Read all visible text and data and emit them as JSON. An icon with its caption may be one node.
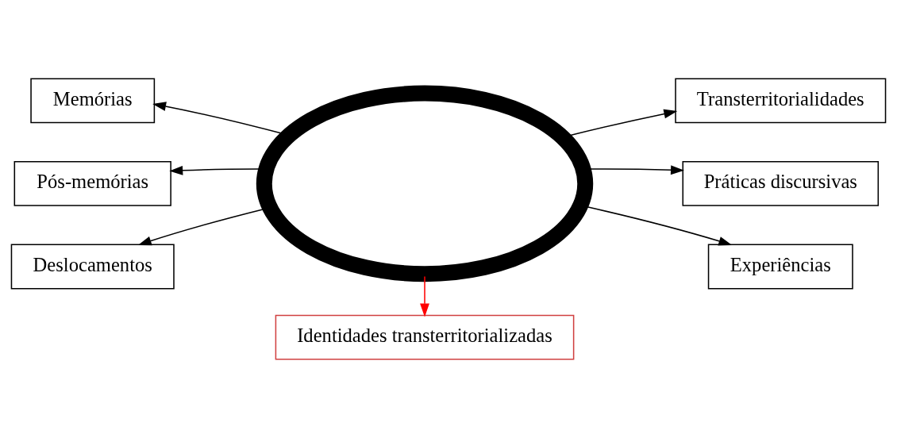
{
  "diagram": {
    "nodes": [
      {
        "text": [
          "Memórias"
        ]
      },
      {
        "text": [
          "Pós-memórias"
        ]
      },
      {
        "text": [
          "Transterritorialidades"
        ]
      },
      {
        "text": [
          "Práticas discursivas"
        ]
      },
      {
        "text": [
          "Deslocamentos"
        ]
      },
      {
        "text": [],
        "shape": "circle"
      },
      {
        "text": [
          "Experiências"
        ]
      },
      {
        "text": [
          "Identidades transterritorializadas"
        ]
      }
    ],
    "edges": [
      {
        "from": 5,
        "to": 0,
        "arrow": "to"
      },
      {
        "from": 5,
        "to": 1,
        "arrow": "to"
      },
      {
        "from": 5,
        "to": 2,
        "arrow": "to"
      },
      {
        "from": 5,
        "to": 3,
        "arrow": "to"
      },
      {
        "from": 5,
        "to": 4,
        "arrow": "to"
      },
      {
        "from": 5,
        "to": 6,
        "arrow": "to"
      },
      {
        "from": 5,
        "to": 7,
        "arrow": "to",
        "color": "#ff0000"
      }
    ]
  }
}
